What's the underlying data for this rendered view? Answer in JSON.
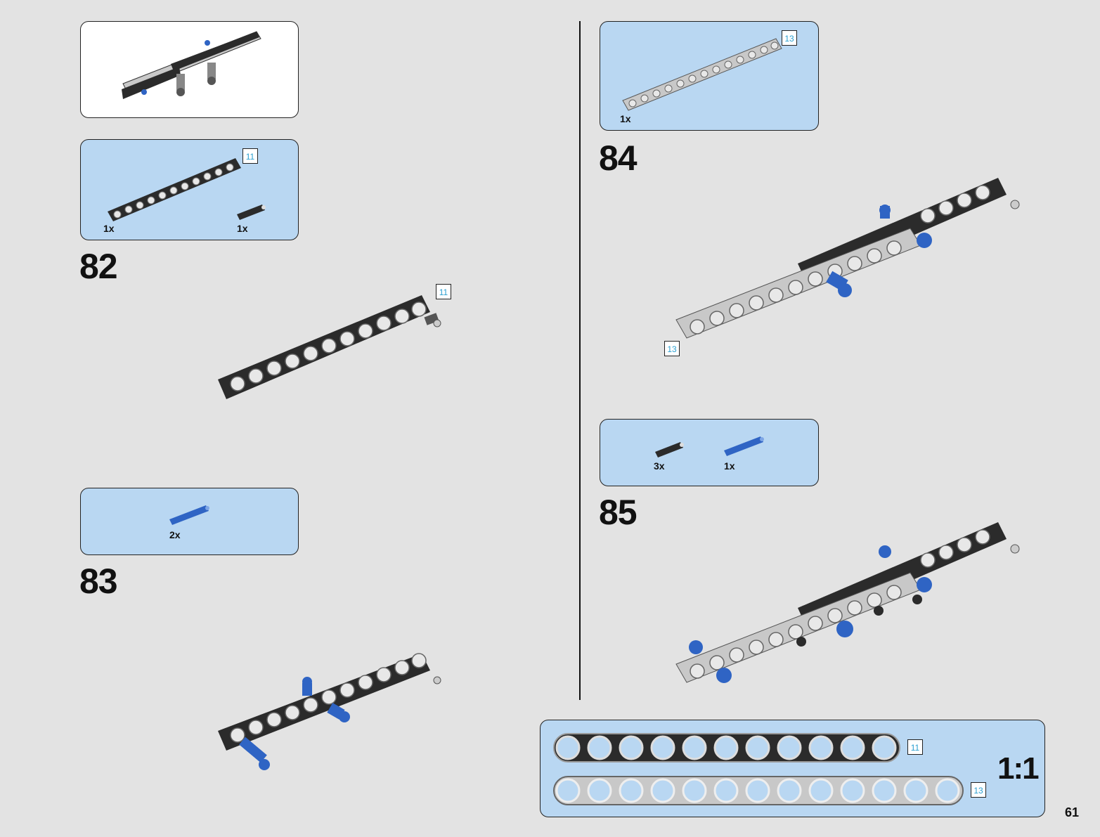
{
  "steps": {
    "s82": "82",
    "s83": "83",
    "s84": "84",
    "s85": "85"
  },
  "parts": {
    "p82_beam_qty": "1x",
    "p82_pin_qty": "1x",
    "p82_beam_len": "11",
    "p83_pin_qty": "2x",
    "p84_beam_qty": "1x",
    "p84_beam_len": "13",
    "p85_pin_qty": "3x",
    "p85_bluepin_qty": "1x"
  },
  "callouts": {
    "step82_len": "11",
    "step84_len": "13"
  },
  "scale": {
    "beam_a_len": "11",
    "beam_b_len": "13",
    "ratio": "1:1"
  },
  "page_number": "61",
  "colors": {
    "background": "#e3e3e3",
    "parts_panel": "#b9d7f2",
    "black_beam": "#2b2b2b",
    "grey_beam": "#c8c8c8",
    "blue_pin": "#2f64c4",
    "tag_text": "#2a9fd0"
  }
}
